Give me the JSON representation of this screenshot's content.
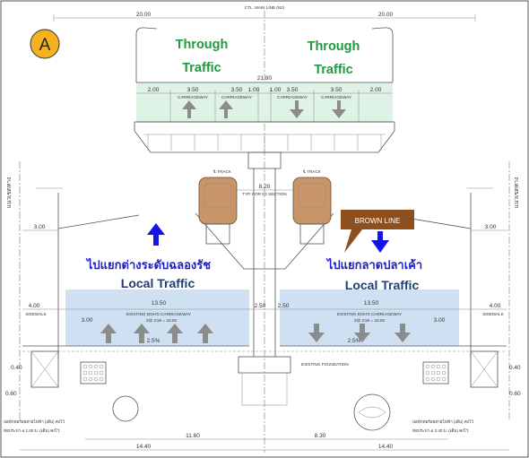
{
  "badge": {
    "letter": "A",
    "fill": "#f5b120"
  },
  "header": {
    "centerline": "CTL. MAIN LINE (N2)",
    "dim_left": "20.00",
    "dim_right": "20.00"
  },
  "upper_deck": {
    "title_left_1": "Through",
    "title_left_2": "Traffic",
    "title_right_1": "Through",
    "title_right_2": "Traffic",
    "total_width": "21.80",
    "lane_widths": [
      "2.00",
      "3.50",
      "3.50",
      "1.00",
      "1.00",
      "3.50",
      "3.50",
      "2.00"
    ],
    "carriageway": "CARRIAGEWAY",
    "color_fill": "#dff2e6",
    "color_text": "#1e9a3f"
  },
  "track": {
    "left": "℄ TRACK",
    "right": "℄ TRACK",
    "width": "8.20",
    "note": "TYP. FOR N2 SECTION",
    "train_color": "#c8956a"
  },
  "brown_line": {
    "label": "BROWN LINE",
    "color": "#8e4f1f"
  },
  "arrow_color": "#1414e6",
  "thai_left": "ไปแยกต่างระดับฉลองรัช",
  "thai_right": "ไปแยกลาดปลาเค้า",
  "lower_deck": {
    "title_left": "Local Traffic",
    "title_right": "Local Traffic",
    "color_fill": "#cfe0f2",
    "left": {
      "width": "13.50",
      "carriageway": "EXISTING DOH'S CARRIAGEWAY",
      "lanes": "3@ 3.50 = 10.50",
      "lane_edge": "3.00",
      "slope": "2.5%"
    },
    "right": {
      "width": "13.50",
      "carriageway": "EXISTING DOH'S CARRIAGEWAY",
      "lanes": "3@ 3.50 = 10.50",
      "lane_edge": "3.00",
      "slope": "2.5%"
    },
    "median_left": "2.50",
    "median_right": "2.50",
    "sidewalk_width": "4.00",
    "sidewalk": "SIDEWALK"
  },
  "side": {
    "vertical_label": "แนวเขตทาง",
    "dim_300": "3.00",
    "dim_060": "0.60",
    "dim_040": "0.40"
  },
  "foundation": "EXISTING FOUNDATION",
  "bottom": {
    "dim_1160": "11.60",
    "dim_830": "8.30",
    "dim_1440_l": "14.40",
    "dim_1440_r": "14.40",
    "left_note_1": "บ่อพักท่อร้อยสายไฟฟ้า (เดิม) คงไว้",
    "left_note_2": "ท่อประปา ø 1.00 ม. (เดิม) คงไว้",
    "right_note_1": "บ่อพักท่อร้อยสายไฟฟ้า (เดิม) คงไว้",
    "right_note_2": "ท่อประปา ø 3.40 ม. (เดิม) คงไว้"
  }
}
